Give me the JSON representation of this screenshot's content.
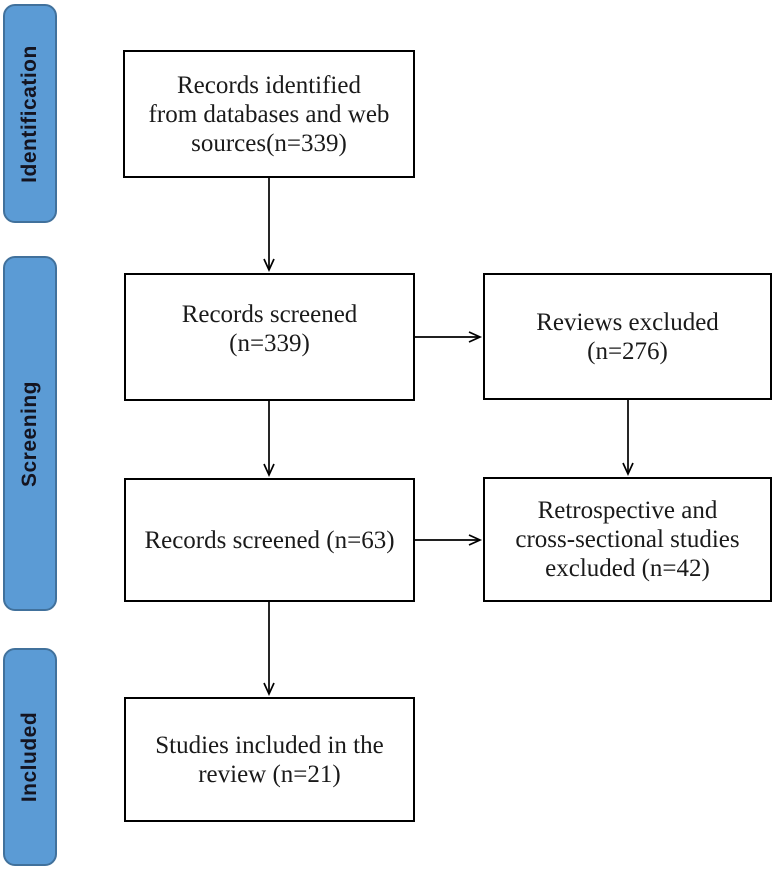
{
  "stages": [
    {
      "label": "Identification"
    },
    {
      "label": "Screening"
    },
    {
      "label": "Included"
    }
  ],
  "boxes": {
    "identified": {
      "label": "Records identified\nfrom databases and web\nsources(n=339)",
      "count": 339
    },
    "screened_first": {
      "label": "Records screened\n(n=339)",
      "count": 339
    },
    "reviews_excluded": {
      "label": "Reviews excluded\n(n=276)",
      "count": 276
    },
    "screened_second": {
      "label": "Records screened (n=63)",
      "count": 63
    },
    "retro_excluded": {
      "label": "Retrospective and\ncross-sectional studies\nexcluded (n=42)",
      "count": 42
    },
    "included": {
      "label": "Studies included in the\nreview (n=21)",
      "count": 21
    }
  },
  "colors": {
    "stage_fill": "#5b9bd5",
    "stage_border": "#41719c",
    "box_border": "#000000",
    "arrow": "#000000",
    "background": "#ffffff",
    "text": "#1a1a1a"
  }
}
